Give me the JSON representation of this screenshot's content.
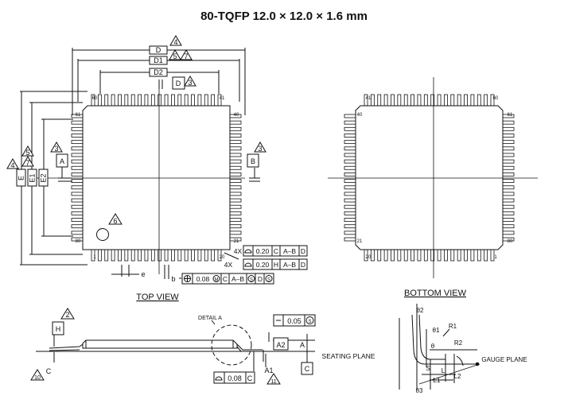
{
  "title": "80-TQFP 12.0 × 12.0 × 1.6 mm",
  "top_view": {
    "label": "TOP VIEW",
    "dims": {
      "D": "D",
      "D1": "D1",
      "D2": "D2",
      "E": "E",
      "E1": "E1",
      "E2": "E2",
      "D_small": "D",
      "A": "A",
      "B": "B",
      "e": "e",
      "b": "b"
    },
    "notes": {
      "n4a": "4",
      "n5": "5",
      "n7": "7",
      "n3a": "3",
      "n3b": "3",
      "n3c": "3",
      "n4b": "4",
      "n5b": "5",
      "n7b": "7",
      "n6": "6"
    },
    "pins": {
      "p60": "60",
      "p41": "41",
      "p61": "61",
      "p40": "40",
      "p80": "80",
      "p21": "21",
      "p1": "1",
      "p20": "20"
    },
    "tolerances": {
      "row1": {
        "count": "4X",
        "value": "0.20",
        "ref1": "C",
        "ref2": "A–B",
        "ref3": "D"
      },
      "row2": {
        "count": "4X",
        "value": "0.20",
        "ref1": "H",
        "ref2": "A–B",
        "ref3": "D"
      },
      "row3": {
        "value": "0.08",
        "m": "M",
        "ref1": "C",
        "ref2": "A–B",
        "ref3": "S",
        "ref4": "D",
        "ref5": "S"
      }
    }
  },
  "bottom_view": {
    "label": "BOTTOM VIEW",
    "pins": {
      "p41": "41",
      "p60": "60",
      "p40": "40",
      "p61": "61",
      "p21": "21",
      "p80": "80",
      "p20": "20",
      "p1": "1"
    }
  },
  "side_view": {
    "detail": "DETAIL A",
    "H": "H",
    "note2": "2",
    "C_lbl": "C",
    "note10": "10",
    "flat_val": "0.05",
    "flat_s": "S",
    "A2": "A2",
    "A": "A",
    "A1": "A1",
    "note11": "11",
    "seating": "SEATING PLANE",
    "coplan_val": "0.08",
    "coplan_ref": "C",
    "datum_C": "C"
  },
  "detail_view": {
    "theta2": "θ2",
    "theta1": "θ1",
    "theta": "θ",
    "theta3": "θ3",
    "R1": "R1",
    "R2": "R2",
    "S": "S",
    "L": "L",
    "L1": "L1",
    "L2": "L2",
    "gauge": "GAUGE PLANE"
  }
}
